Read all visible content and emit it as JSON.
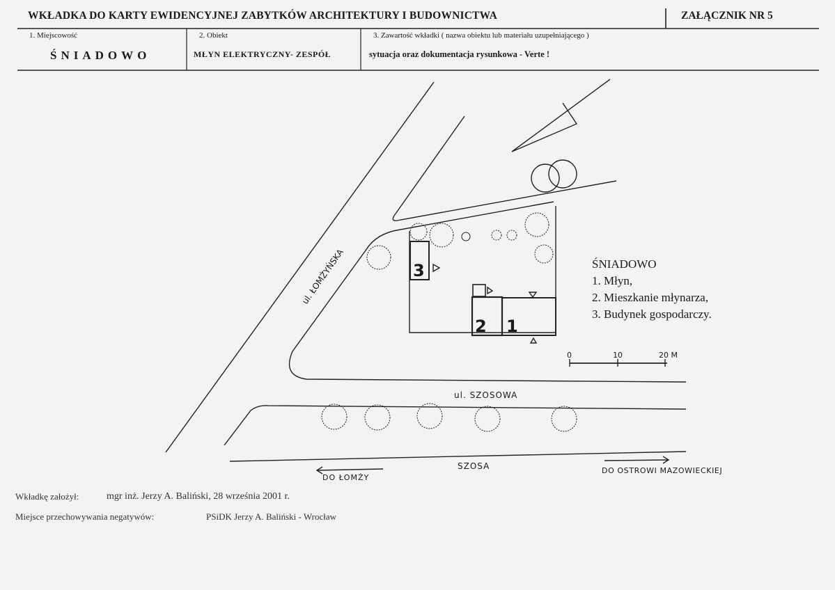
{
  "header": {
    "title": "WKŁADKA DO KARTY EWIDENCYJNEJ ZABYTKÓW ARCHITEKTURY I BUDOWNICTWA",
    "annex": "ZAŁĄCZNIK NR 5"
  },
  "fields": {
    "locality_label": "1. Miejscowość",
    "locality_value": "ŚNIADOWO",
    "object_label": "2. Obiekt",
    "object_value": "MŁYN ELEKTRYCZNY- ZESPÓŁ",
    "content_label": "3. Zawartość wkładki ( nazwa obiektu lub materiału uzupełniającego )",
    "content_value": "sytuacja oraz dokumentacja rysunkowa - Verte !"
  },
  "map": {
    "street_lomzynska": "ul. ŁOMŻYŃSKA",
    "street_szosowa": "ul. SZOSOWA",
    "road": "SZOSA",
    "dir_left": "DO ŁOMŻY",
    "dir_right": "DO OSTROWI MAZOWIECKIEJ",
    "building_1": "1",
    "building_2": "2",
    "building_3": "3",
    "scale_0": "0",
    "scale_10": "10",
    "scale_20": "20 M"
  },
  "legend": {
    "title": "ŚNIADOWO",
    "item1": "1. Młyn,",
    "item2": "2. Mieszkanie młynarza,",
    "item3": "3. Budynek gospodarczy."
  },
  "footer": {
    "author_label": "Wkładkę założył:",
    "author_value": "mgr inż. Jerzy A. Baliński, 28 września 2001 r.",
    "storage_label": "Miejsce przechowywania negatywów:",
    "storage_value": "PSiDK Jerzy A. Baliński - Wrocław"
  }
}
